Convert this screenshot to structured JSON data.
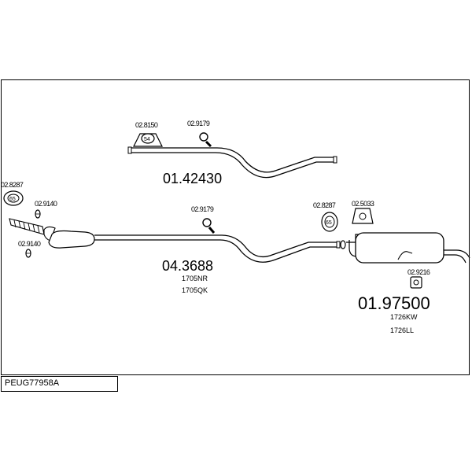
{
  "vehicle_code": "PEUG77958A",
  "parts": {
    "front_pipe": {
      "number": "01.42430"
    },
    "center_section": {
      "number": "04.3688",
      "refs": [
        "1705NR",
        "1705QK"
      ]
    },
    "rear_silencer": {
      "number": "01.97500",
      "refs": [
        "1726KW",
        "1726LL"
      ]
    }
  },
  "accessories": {
    "bracket_8150": {
      "number": "02.8150",
      "badge": "54"
    },
    "clamp_9179_top": {
      "number": "02.9179"
    },
    "ring_8287_left": {
      "number": "02.8287",
      "badge": "65"
    },
    "gasket_9140_top": {
      "number": "02.9140"
    },
    "gasket_9140_bottom": {
      "number": "02.9140"
    },
    "clamp_9179_mid": {
      "number": "02.9179"
    },
    "ring_8287_right": {
      "number": "02.8287",
      "badge": "65"
    },
    "hanger_5033": {
      "number": "02.5033"
    },
    "hanger_9216": {
      "number": "02.9216"
    }
  }
}
